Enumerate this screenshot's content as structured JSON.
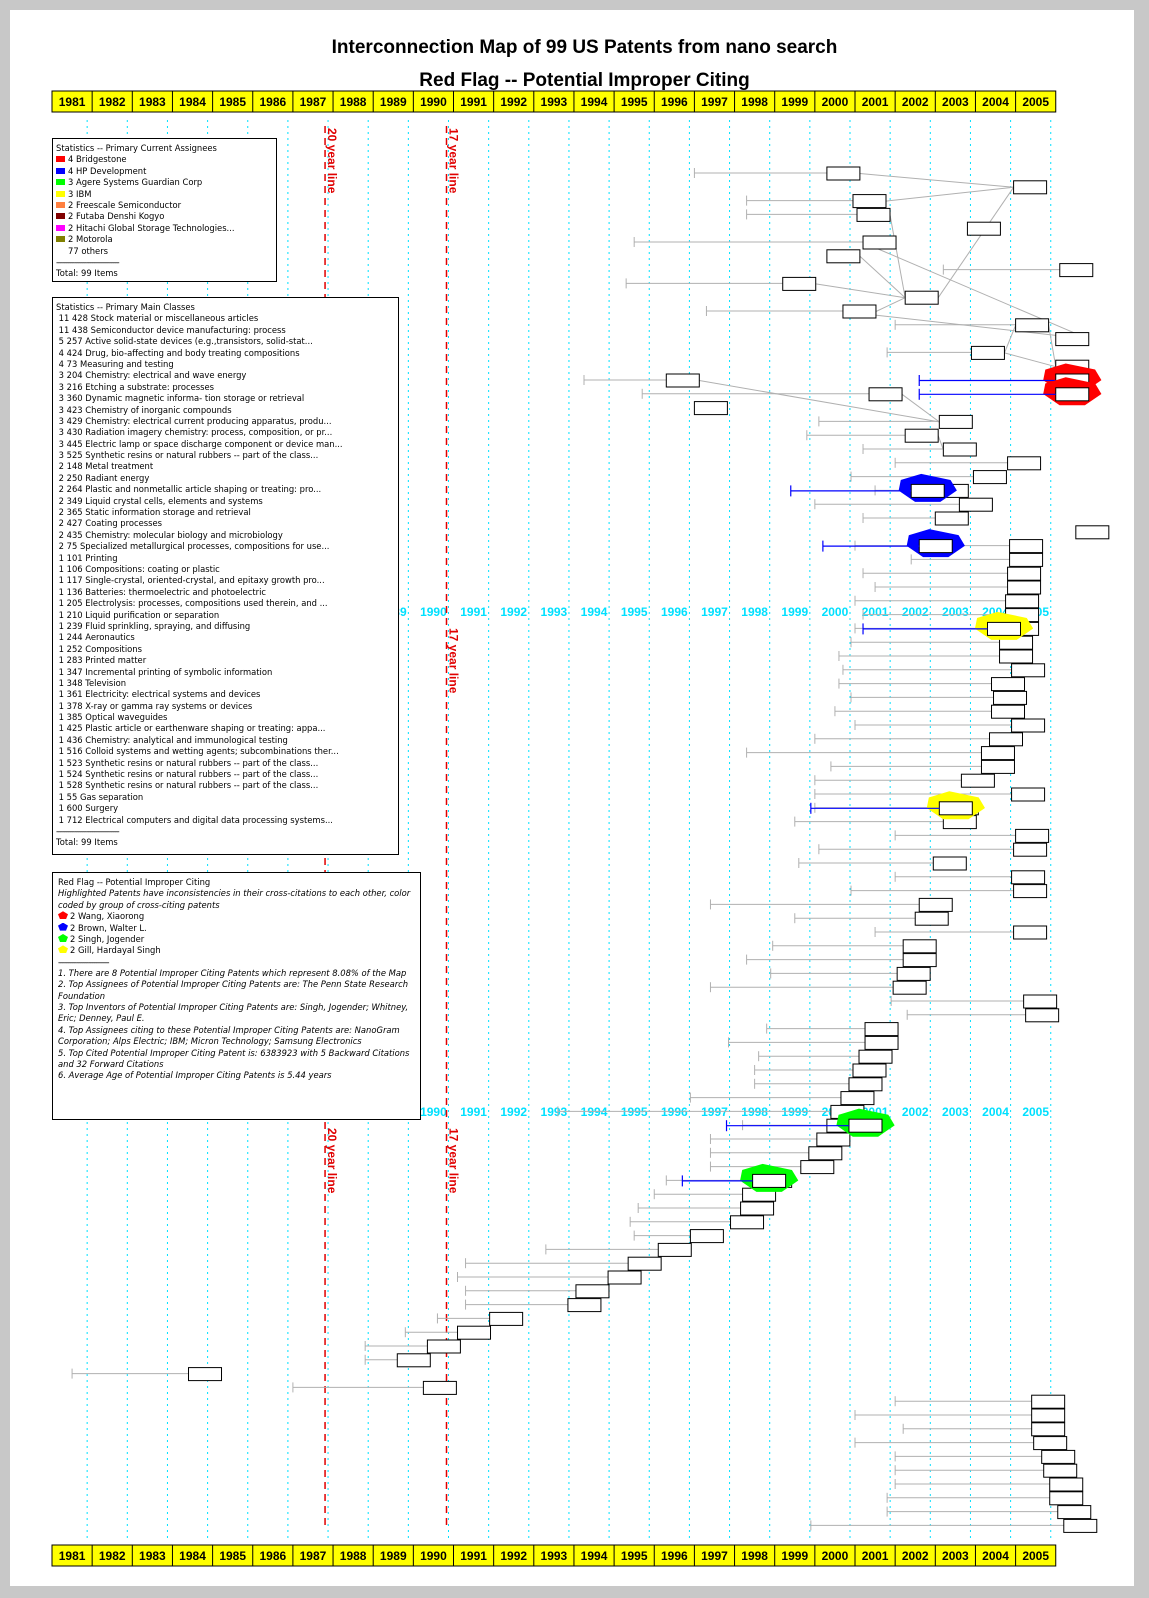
{
  "title_line1": "Interconnection Map of 99 US Patents from nano search",
  "title_line2": "Red Flag -- Potential Improper Citing",
  "years": [
    "1981",
    "1982",
    "1983",
    "1984",
    "1985",
    "1986",
    "1987",
    "1988",
    "1989",
    "1990",
    "1991",
    "1992",
    "1993",
    "1994",
    "1995",
    "1996",
    "1997",
    "1998",
    "1999",
    "2000",
    "2001",
    "2002",
    "2003",
    "2004",
    "2005"
  ],
  "year_line_20": "20 year line",
  "year_line_17": "17 year line",
  "colors": {
    "year_bar": "#ffff00",
    "year_guides": "#00e0ff",
    "year_line": "#e00000",
    "citation": "#b0b0b0",
    "backward_link": "#0000ff"
  },
  "assignees": {
    "header": "Statistics -- Primary Current Assignees",
    "items": [
      {
        "count": "4",
        "name": "Bridgestone",
        "color": "#ff0000"
      },
      {
        "count": "4",
        "name": "HP Development",
        "color": "#0000ff"
      },
      {
        "count": "3",
        "name": "Agere Systems Guardian Corp",
        "color": "#00ff00"
      },
      {
        "count": "3",
        "name": "IBM",
        "color": "#ffff00"
      },
      {
        "count": "2",
        "name": "Freescale Semiconductor",
        "color": "#ff8040"
      },
      {
        "count": "2",
        "name": "Futaba Denshi Kogyo",
        "color": "#800000"
      },
      {
        "count": "2",
        "name": "Hitachi Global Storage Technologies...",
        "color": "#ff00ff"
      },
      {
        "count": "2",
        "name": "Motorola",
        "color": "#808000"
      },
      {
        "count": "77",
        "name": "others",
        "color": ""
      }
    ],
    "separator": "-------------------------------",
    "total": "Total:  99 Items"
  },
  "classes": {
    "header": "Statistics -- Primary Main Classes",
    "items": [
      "11  428 Stock material or miscellaneous articles",
      "11  438 Semiconductor device manufacturing: process",
      "5  257 Active solid-state devices (e.g.,transistors, solid-stat...",
      "4  424 Drug, bio-affecting and body treating compositions",
      "4  73 Measuring and testing",
      "3  204 Chemistry: electrical and wave energy",
      "3  216 Etching a substrate: processes",
      "3  360 Dynamic magnetic informa- tion storage or retrieval",
      "3  423 Chemistry of inorganic compounds",
      "3  429 Chemistry: electrical current producing apparatus, produ...",
      "3  430 Radiation imagery chemistry: process, composition, or pr...",
      "3  445 Electric lamp or space discharge component or device man...",
      "3  525 Synthetic resins or natural rubbers -- part of the class...",
      "2  148 Metal treatment",
      "2  250 Radiant energy",
      "2  264 Plastic and nonmetallic article shaping or treating: pro...",
      "2  349 Liquid crystal cells, elements and systems",
      "2  365 Static information storage and retrieval",
      "2  427 Coating processes",
      "2  435 Chemistry: molecular biology and microbiology",
      "2  75 Specialized metallurgical processes, compositions for use...",
      "1  101 Printing",
      "1  106 Compositions: coating or plastic",
      "1  117 Single-crystal, oriented-crystal, and epitaxy growth pro...",
      "1  136 Batteries: thermoelectric and photoelectric",
      "1  205 Electrolysis: processes, compositions used therein, and ...",
      "1  210 Liquid purification or separation",
      "1  239 Fluid sprinkling, spraying, and diffusing",
      "1  244 Aeronautics",
      "1  252 Compositions",
      "1  283 Printed matter",
      "1  347 Incremental printing of symbolic information",
      "1  348 Television",
      "1  361 Electricity: electrical systems and devices",
      "1  378 X-ray or gamma ray systems or devices",
      "1  385 Optical waveguides",
      "1  425 Plastic article or earthenware shaping or treating: appa...",
      "1  436 Chemistry: analytical and immunological testing",
      "1  516 Colloid systems and wetting agents; subcombinations ther...",
      "1  523 Synthetic resins or natural rubbers -- part of the class...",
      "1  524 Synthetic resins or natural rubbers -- part of the class...",
      "1  528 Synthetic resins or natural rubbers -- part of the class...",
      "1  55 Gas separation",
      "1  600 Surgery",
      "1  712 Electrical computers and digital data processing systems..."
    ],
    "separator": "-------------------------------",
    "total": "Total:  99 Items"
  },
  "redflag": {
    "header": "Red Flag -- Potential Improper Citing",
    "subtitle": "Highlighted Patents have inconsistencies in their cross-citations to each other, color coded by group of cross-citing patents",
    "groups": [
      {
        "count": "2",
        "name": "Wang, Xiaorong",
        "color": "#ff0000"
      },
      {
        "count": "2",
        "name": "Brown, Walter L.",
        "color": "#0000ff"
      },
      {
        "count": "2",
        "name": "Singh, Jogender",
        "color": "#00ff00"
      },
      {
        "count": "2",
        "name": "Gill, Hardayal Singh",
        "color": "#ffff00"
      }
    ],
    "separator": "-------------------------",
    "notes": [
      "1. There are 8 Potential Improper Citing Patents which represent 8.08% of the Map",
      "2. Top Assignees of Potential Improper Citing Patents are: The Penn State Research Foundation",
      "3. Top Inventors of Potential Improper Citing Patents are: Singh, Jogender; Whitney, Eric; Denney, Paul E.",
      "4. Top Assignees citing to these Potential Improper Citing Patents are: NanoGram Corporation; Alps Electric; IBM; Micron Technology; Samsung Electronics",
      "5. Top Cited Potential Improper Citing Patent is: 6383923 with 5 Backward Citations and 32 Forward Citations",
      "6. Average Age of Potential Improper Citing Patents is 5.44 years"
    ]
  },
  "patents": [
    {
      "year": 2000.3,
      "start": 1997.0
    },
    {
      "year": 2004.95,
      "start": null
    },
    {
      "year": 2000.95,
      "start": 1998.3
    },
    {
      "year": 2001.05,
      "start": 1998.3
    },
    {
      "year": 2003.8,
      "start": null
    },
    {
      "year": 2001.2,
      "start": 1995.5
    },
    {
      "year": 2000.3,
      "start": null
    },
    {
      "year": 2006.1,
      "start": 2003.2
    },
    {
      "year": 1999.2,
      "start": 1995.3
    },
    {
      "year": 2002.25,
      "start": null
    },
    {
      "year": 2000.7,
      "start": 1997.3
    },
    {
      "year": 2005.0,
      "start": 2002.0
    },
    {
      "year": 2006.0,
      "start": null
    },
    {
      "year": 2003.9,
      "start": 2001.8
    },
    {
      "year": 2006.0,
      "start": null
    },
    {
      "year": 1996.3,
      "start": 1994.25
    },
    {
      "year": 2001.35,
      "start": 1995.7
    },
    {
      "year": 1997.0,
      "start": null
    },
    {
      "year": 2003.1,
      "start": 2000.1
    },
    {
      "year": 2002.25,
      "start": 1999.8
    },
    {
      "year": 2003.2,
      "start": 2001.2
    },
    {
      "year": 2004.8,
      "start": 2002.0
    },
    {
      "year": 2003.95,
      "start": 2000.9
    },
    {
      "year": 2003.0,
      "start": 2001.5
    },
    {
      "year": 2003.6,
      "start": 2000.0
    },
    {
      "year": 2003.0,
      "start": 2001.2
    },
    {
      "year": 2006.5,
      "start": null
    },
    {
      "year": 2004.85,
      "start": 2001.0
    },
    {
      "year": 2004.85,
      "start": 2002.4
    },
    {
      "year": 2004.8,
      "start": 2001.2
    },
    {
      "year": 2004.8,
      "start": 2001.5
    },
    {
      "year": 2004.75,
      "start": 2001.0
    },
    {
      "year": 2004.75,
      "start": 2001.2
    },
    {
      "year": 2004.75,
      "start": 2001.0
    },
    {
      "year": 2004.6,
      "start": 2000.9
    },
    {
      "year": 2004.6,
      "start": 2000.6
    },
    {
      "year": 2004.9,
      "start": 2000.7
    },
    {
      "year": 2004.4,
      "start": 2000.6
    },
    {
      "year": 2004.45,
      "start": 2000.9
    },
    {
      "year": 2004.4,
      "start": 2000.5
    },
    {
      "year": 2004.9,
      "start": 2001.0
    },
    {
      "year": 2004.35,
      "start": 2000.0
    },
    {
      "year": 2004.15,
      "start": 1998.3
    },
    {
      "year": 2004.15,
      "start": 2000.4
    },
    {
      "year": 2003.65,
      "start": 2000.0
    },
    {
      "year": 2004.9,
      "start": 2000.0
    },
    {
      "year": 2003.25,
      "start": 2000.0
    },
    {
      "year": 2003.2,
      "start": 1999.5
    },
    {
      "year": 2005.0,
      "start": 2002.0
    },
    {
      "year": 2004.95,
      "start": 2000.1
    },
    {
      "year": 2002.95,
      "start": 1999.6
    },
    {
      "year": 2004.9,
      "start": 2002.0
    },
    {
      "year": 2004.95,
      "start": 2000.9
    },
    {
      "year": 2002.6,
      "start": 1997.4
    },
    {
      "year": 2002.5,
      "start": 1999.5
    },
    {
      "year": 2004.95,
      "start": 2001.5
    },
    {
      "year": 2002.2,
      "start": 1998.95
    },
    {
      "year": 2002.2,
      "start": 1998.3
    },
    {
      "year": 2002.05,
      "start": 1998.9
    },
    {
      "year": 2001.95,
      "start": 1997.4
    },
    {
      "year": 2005.2,
      "start": 2001.9
    },
    {
      "year": 2005.25,
      "start": 2002.3
    },
    {
      "year": 2001.25,
      "start": 1998.8
    },
    {
      "year": 2001.25,
      "start": 1997.85
    },
    {
      "year": 2001.1,
      "start": 1998.6
    },
    {
      "year": 2000.95,
      "start": 1998.5
    },
    {
      "year": 2000.85,
      "start": 1998.5
    },
    {
      "year": 2000.65,
      "start": 1996.9
    },
    {
      "year": 2000.4,
      "start": 1993.6
    },
    {
      "year": 2000.3,
      "start": 1998.2
    },
    {
      "year": 2000.05,
      "start": 1997.4
    },
    {
      "year": 1999.85,
      "start": 1997.4
    },
    {
      "year": 1999.65,
      "start": 1997.4
    },
    {
      "year": 1998.6,
      "start": 1996.3
    },
    {
      "year": 1998.2,
      "start": 1996.0
    },
    {
      "year": 1998.15,
      "start": 1995.6
    },
    {
      "year": 1997.9,
      "start": 1995.4
    },
    {
      "year": 1996.9,
      "start": 1995.5
    },
    {
      "year": 1996.1,
      "start": 1993.3
    },
    {
      "year": 1995.35,
      "start": 1991.3
    },
    {
      "year": 1994.85,
      "start": 1991.1
    },
    {
      "year": 1994.05,
      "start": 1991.3
    },
    {
      "year": 1993.85,
      "start": 1991.3
    },
    {
      "year": 1991.9,
      "start": 1990.6
    },
    {
      "year": 1991.1,
      "start": 1989.8
    },
    {
      "year": 1990.35,
      "start": 1988.8
    },
    {
      "year": 1989.6,
      "start": 1988.8
    },
    {
      "year": 1984.4,
      "start": 1981.5
    },
    {
      "year": 1990.25,
      "start": 1987.0
    },
    {
      "year": 2005.4,
      "start": 2002.0
    },
    {
      "year": 2005.4,
      "start": 2001.0
    },
    {
      "year": 2005.4,
      "start": 2002.2
    },
    {
      "year": 2005.45,
      "start": 2001.0
    },
    {
      "year": 2005.65,
      "start": 2002.0
    },
    {
      "year": 2005.7,
      "start": 2002.0
    },
    {
      "year": 2005.85,
      "start": 2002.0
    },
    {
      "year": 2005.85,
      "start": 2001.8
    },
    {
      "year": 2006.05,
      "start": 2001.8
    },
    {
      "year": 2006.2,
      "start": 1999.9
    }
  ],
  "redflag_patents": [
    {
      "group": 0,
      "year": 2006.0,
      "back": 2002.6
    },
    {
      "group": 0,
      "year": 2006.0,
      "back": 2002.6
    },
    {
      "group": 1,
      "year": 2002.4,
      "back": 1999.4
    },
    {
      "group": 1,
      "year": 2002.6,
      "back": 2000.2
    },
    {
      "group": 3,
      "year": 2004.3,
      "back": 2001.2
    },
    {
      "group": 3,
      "year": 2003.1,
      "back": 1999.9
    },
    {
      "group": 2,
      "year": 2000.85,
      "back": 1997.8
    },
    {
      "group": 2,
      "year": 1998.45,
      "back": 1996.7
    }
  ]
}
